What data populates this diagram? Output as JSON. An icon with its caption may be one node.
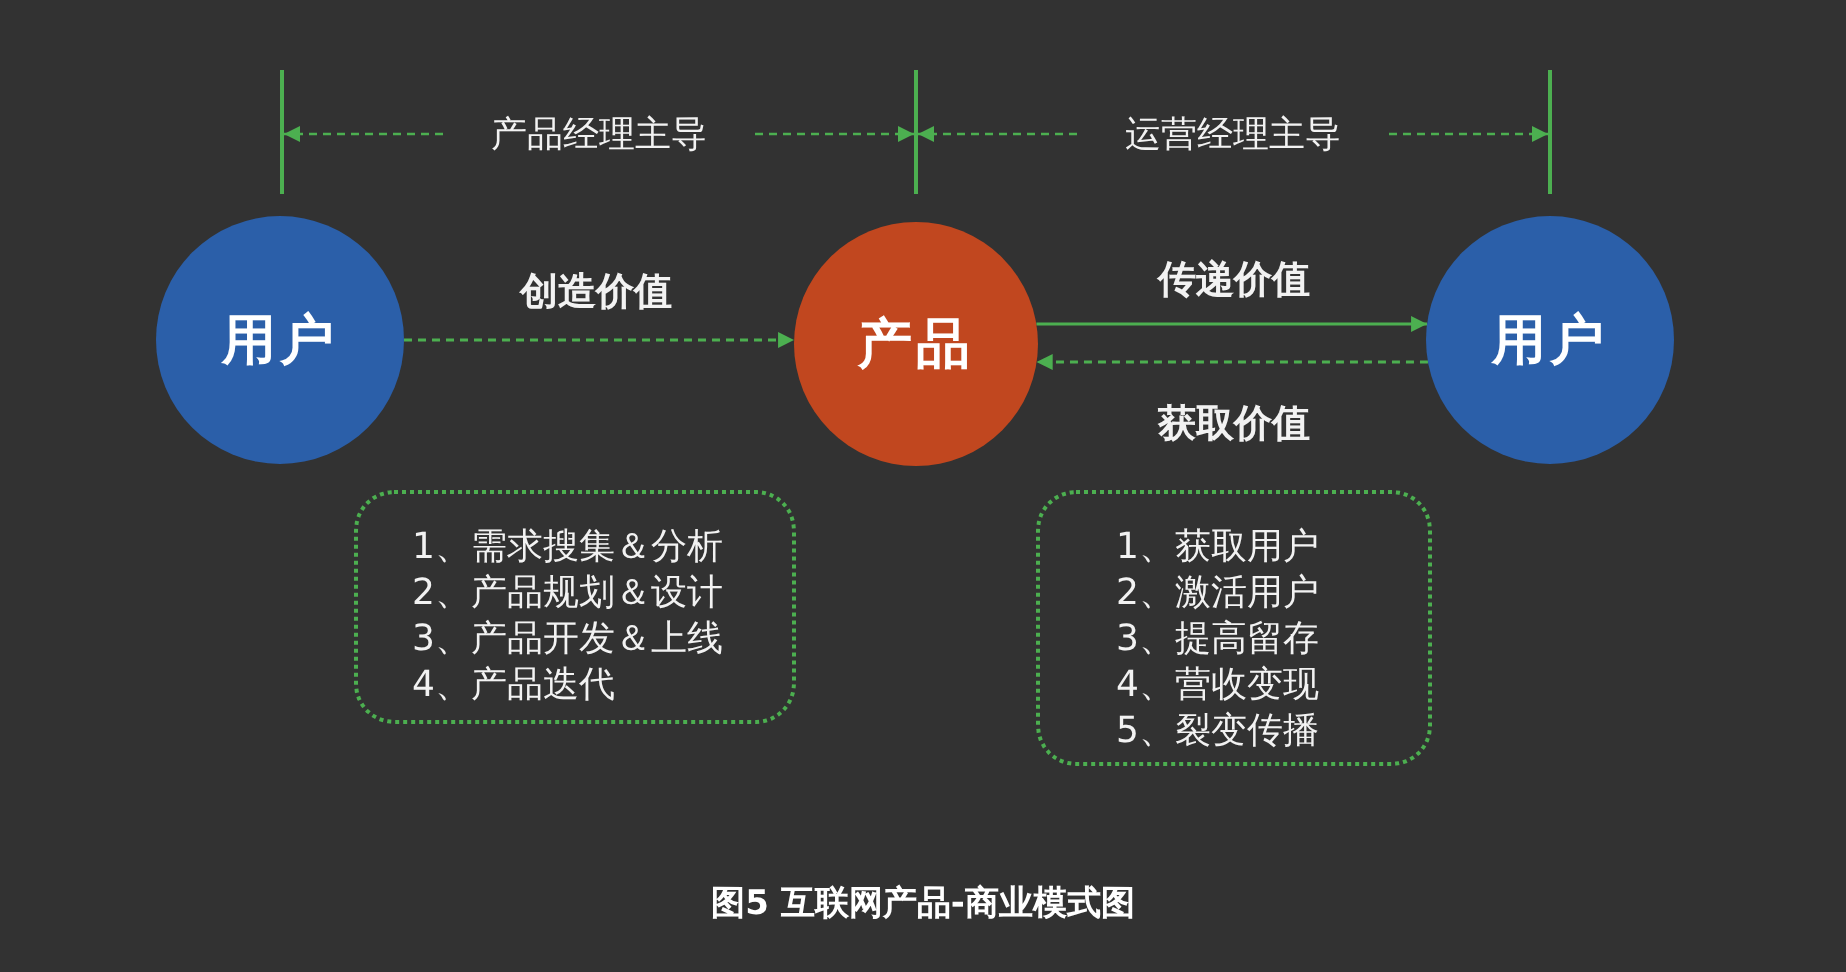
{
  "diagram": {
    "caption": "图5 互联网产品-商业模式图",
    "nodes": [
      {
        "text": [
          "用户"
        ]
      },
      {
        "text": [
          "产品"
        ]
      },
      {
        "text": [
          "用户"
        ]
      },
      {
        "text": [
          "1、需求搜集＆分析",
          "2、产品规划＆设计",
          "3、产品开发＆上线",
          "4、产品迭代"
        ]
      },
      {
        "text": [
          "1、获取用户",
          "2、激活用户",
          "3、提高留存",
          "4、营收变现",
          "5、裂变传播"
        ]
      }
    ],
    "edges": [
      {
        "from": 0,
        "to": 1,
        "arrow": "to",
        "label": "创造价值",
        "style": "dashed"
      },
      {
        "from": 1,
        "to": 2,
        "arrow": "to",
        "label": "传递价值"
      },
      {
        "from": 2,
        "to": 1,
        "arrow": "to",
        "label": "获取价值",
        "style": "dashed"
      }
    ],
    "labels": [
      "产品经理主导",
      "运营经理主导"
    ]
  }
}
